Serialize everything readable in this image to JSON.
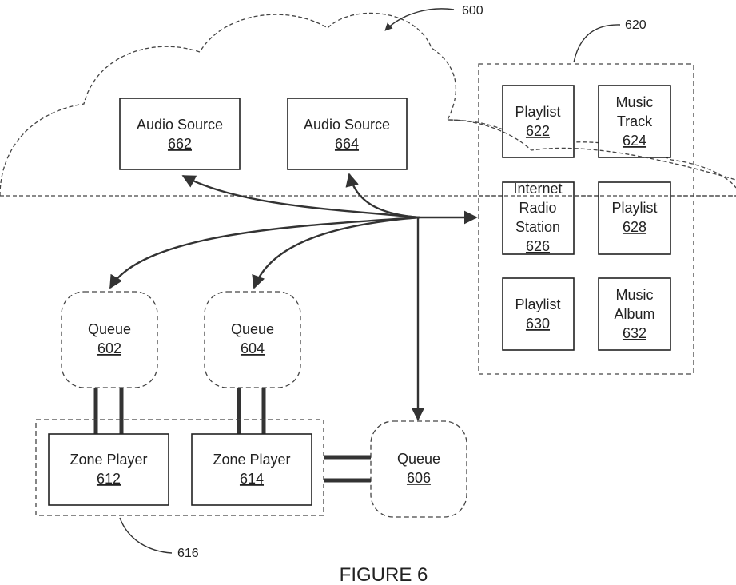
{
  "figure": {
    "ref_number": "600",
    "caption": "FIGURE 6"
  },
  "cloud": {
    "sources": [
      {
        "label": "Audio Source",
        "number": "662"
      },
      {
        "label": "Audio Source",
        "number": "664"
      }
    ]
  },
  "media_group": {
    "ref_number": "620",
    "items": [
      {
        "lines": [
          "Playlist"
        ],
        "number": "622"
      },
      {
        "lines": [
          "Music",
          "Track"
        ],
        "number": "624"
      },
      {
        "lines": [
          "Internet",
          "Radio",
          "Station"
        ],
        "number": "626"
      },
      {
        "lines": [
          "Playlist"
        ],
        "number": "628"
      },
      {
        "lines": [
          "Playlist"
        ],
        "number": "630"
      },
      {
        "lines": [
          "Music",
          "Album"
        ],
        "number": "632"
      }
    ]
  },
  "queues": [
    {
      "label": "Queue",
      "number": "602"
    },
    {
      "label": "Queue",
      "number": "604"
    },
    {
      "label": "Queue",
      "number": "606"
    }
  ],
  "zone_group": {
    "ref_number": "616",
    "players": [
      {
        "label": "Zone Player",
        "number": "612"
      },
      {
        "label": "Zone Player",
        "number": "614"
      }
    ]
  }
}
